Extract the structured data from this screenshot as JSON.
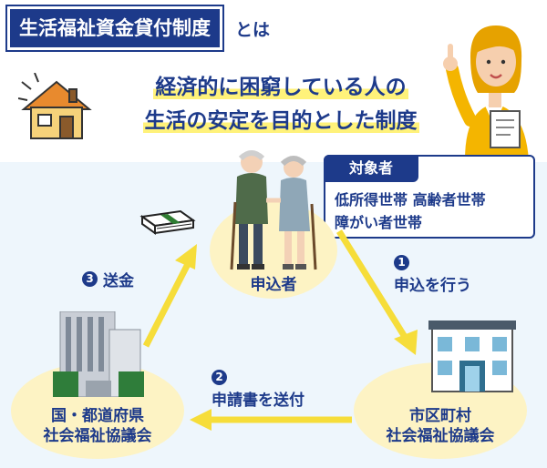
{
  "title": {
    "main": "生活福祉資金貸付制度",
    "suffix": "とは"
  },
  "headline": {
    "line1": "経済的に困窮している人の",
    "line2": "生活の安定を目的とした制度"
  },
  "target": {
    "label": "対象者",
    "line1": "低所得世帯 高齢者世帯",
    "line2": "障がい者世帯"
  },
  "nodes": {
    "applicant": "申込者",
    "municipal_line1": "市区町村",
    "municipal_line2": "社会福祉協議会",
    "prefecture_line1": "国・都道府県",
    "prefecture_line2": "社会福祉協議会"
  },
  "steps": {
    "step1_num": "1",
    "step1_label": "申込を行う",
    "step2_num": "2",
    "step2_label": "申請書を送付",
    "step3_num": "3",
    "step3_label": "送金"
  },
  "colors": {
    "navy": "#1d3a8a",
    "arrow_yellow": "#f6dd3a",
    "circle_cream": "#fdf3c4",
    "highlight": "#fff27a"
  },
  "icons": [
    "house-icon",
    "woman-presenter-illustration",
    "money-bundle-icon",
    "elderly-couple-illustration",
    "municipal-office-building",
    "government-building"
  ]
}
